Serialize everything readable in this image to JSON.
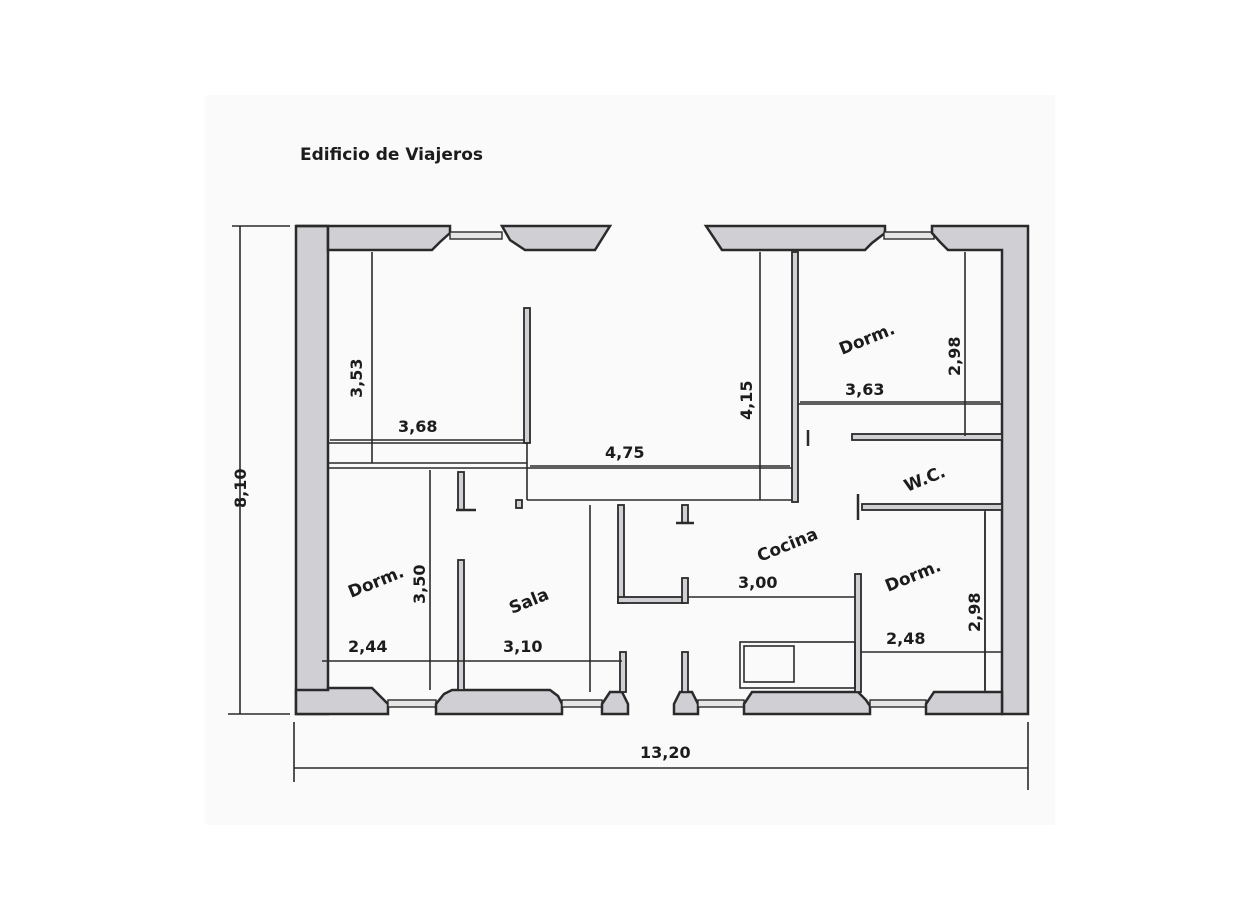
{
  "title": "Edificio de Viajeros",
  "rooms": [
    {
      "id": "dorm-ne",
      "label": "Dorm."
    },
    {
      "id": "wc",
      "label": "W.C."
    },
    {
      "id": "cocina",
      "label": "Cocina"
    },
    {
      "id": "dorm-se",
      "label": "Dorm."
    },
    {
      "id": "dorm-sw",
      "label": "Dorm."
    },
    {
      "id": "sala",
      "label": "Sala"
    }
  ],
  "dimensions": {
    "overall_width": "13,20",
    "overall_depth": "8,10",
    "nw_room_depth": "3,53",
    "nw_room_width": "3,68",
    "center_width": "4,75",
    "center_depth": "4,15",
    "dorm_ne_width": "3,63",
    "dorm_ne_depth": "2,98",
    "dorm_sw_depth": "3,50",
    "dorm_sw_width": "2,44",
    "sala_width": "3,10",
    "cocina_width": "3,00",
    "dorm_se_width": "2,48",
    "dorm_se_depth": "2,98"
  },
  "colors": {
    "wall_fill": "#cfcfd4",
    "line": "#2a2a2a",
    "background": "#ffffff"
  }
}
